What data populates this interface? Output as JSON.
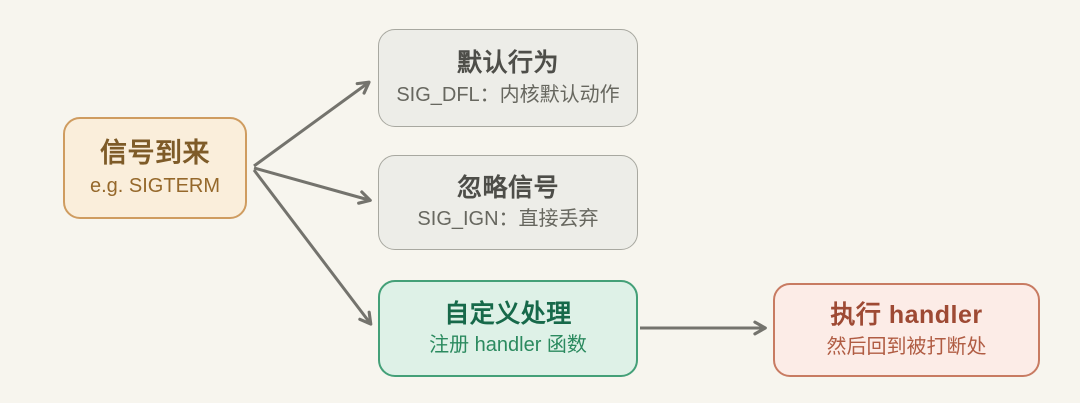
{
  "canvas": {
    "background": "#f7f5ee",
    "arrow_color": "#74736d"
  },
  "nodes": {
    "source": {
      "title": "信号到来",
      "subtitle": "e.g. SIGTERM",
      "fill": "#faeedb",
      "border": "#cf9c60",
      "title_color": "#7e5b28",
      "subtitle_color": "#95682b"
    },
    "default_action": {
      "title": "默认行为",
      "subtitle": "SIG_DFL：内核默认动作",
      "fill": "#edede8",
      "border": "#a8a8a0",
      "title_color": "#4e4e49",
      "subtitle_color": "#67675f"
    },
    "ignore": {
      "title": "忽略信号",
      "subtitle": "SIG_IGN：直接丢弃",
      "fill": "#edede8",
      "border": "#a8a8a0",
      "title_color": "#4e4e49",
      "subtitle_color": "#67675f"
    },
    "custom": {
      "title": "自定义处理",
      "subtitle": "注册 handler 函数",
      "fill": "#def1e7",
      "border": "#44a078",
      "title_color": "#17694a",
      "subtitle_color": "#2b8a5f"
    },
    "handler": {
      "title": "执行 handler",
      "subtitle": "然后回到被打断处",
      "fill": "#fcece7",
      "border": "#c87b62",
      "title_color": "#9e4a34",
      "subtitle_color": "#b05c43"
    }
  },
  "edges": [
    {
      "from": "source",
      "to": "default_action"
    },
    {
      "from": "source",
      "to": "ignore"
    },
    {
      "from": "source",
      "to": "custom"
    },
    {
      "from": "custom",
      "to": "handler"
    }
  ]
}
